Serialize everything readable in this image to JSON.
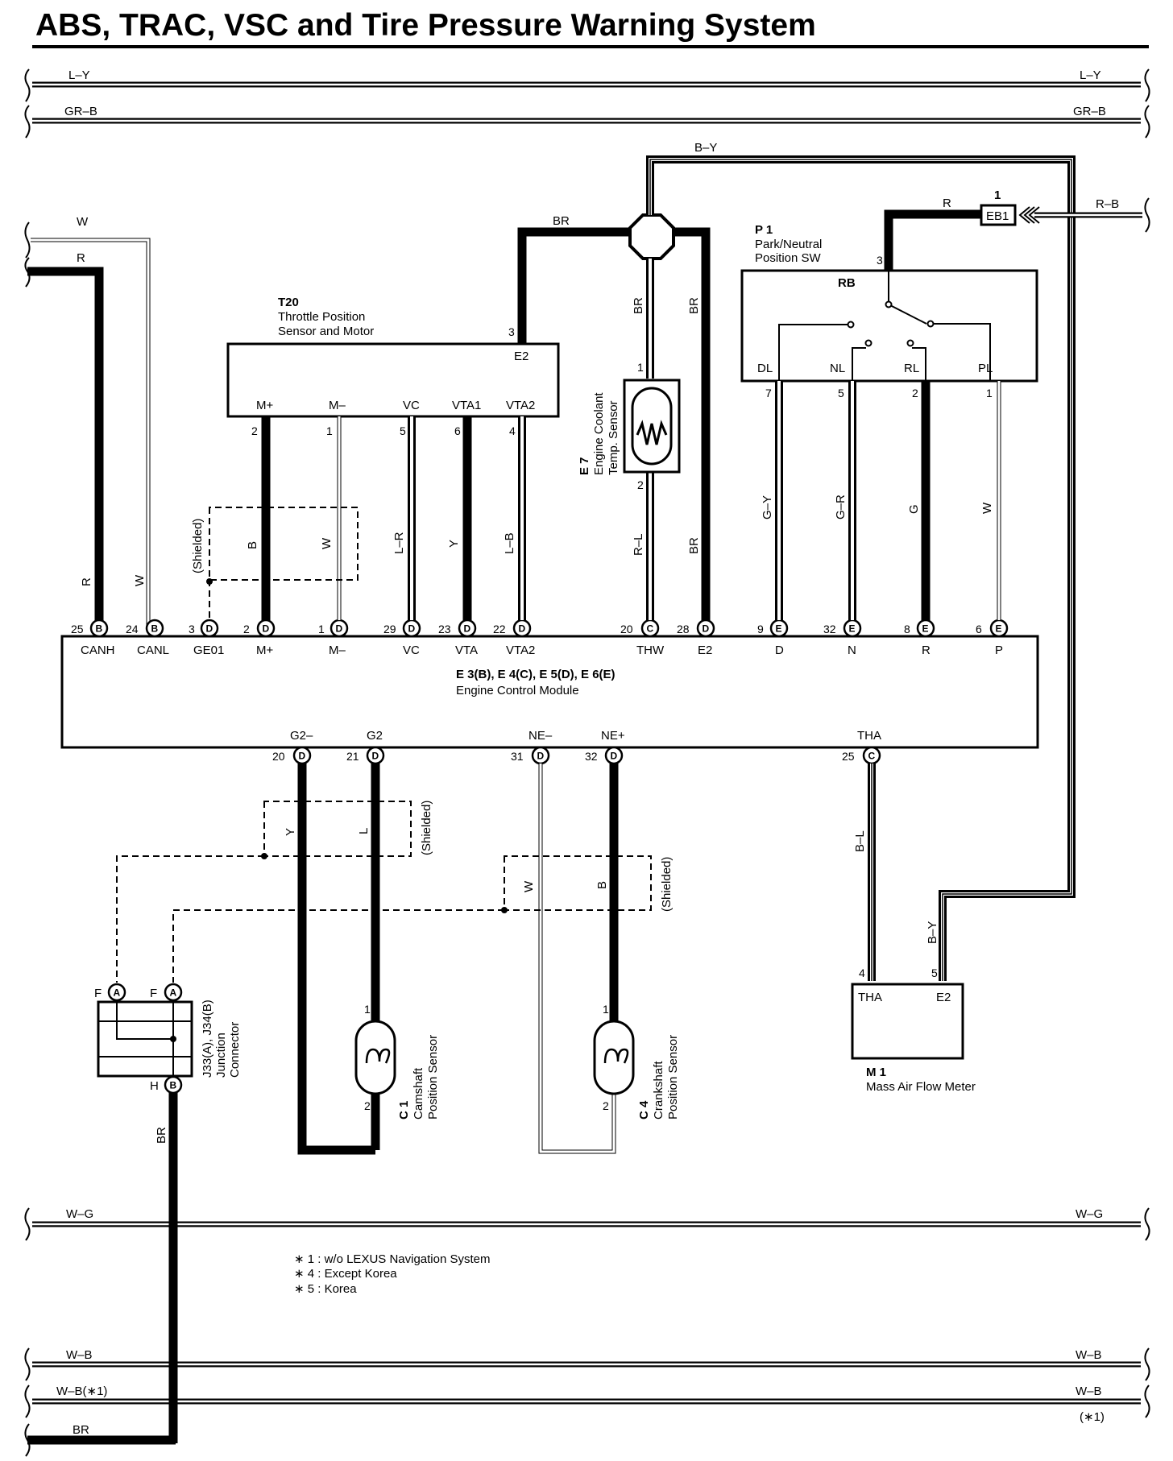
{
  "title": "ABS, TRAC, VSC and Tire Pressure Warning System",
  "buses": {
    "top1": {
      "left": "L–Y",
      "right": "L–Y"
    },
    "top2": {
      "left": "GR–B",
      "right": "GR–B"
    },
    "wg": {
      "left": "W–G",
      "right": "W–G"
    },
    "wb1": {
      "left": "W–B",
      "right": "W–B"
    },
    "wb2": {
      "left": "W–B(∗1)",
      "right": "W–B",
      "right_note": "(∗1)"
    },
    "br": {
      "left": "BR"
    }
  },
  "ecm": {
    "title": "E 3(B), E 4(C), E 5(D), E 6(E)",
    "subtitle": "Engine Control Module",
    "top_pins": [
      {
        "num": "25",
        "conn": "B",
        "label": "CANH"
      },
      {
        "num": "24",
        "conn": "B",
        "label": "CANL"
      },
      {
        "num": "3",
        "conn": "D",
        "label": "GE01"
      },
      {
        "num": "2",
        "conn": "D",
        "label": "M+"
      },
      {
        "num": "1",
        "conn": "D",
        "label": "M–"
      },
      {
        "num": "29",
        "conn": "D",
        "label": "VC"
      },
      {
        "num": "23",
        "conn": "D",
        "label": "VTA"
      },
      {
        "num": "22",
        "conn": "D",
        "label": "VTA2"
      },
      {
        "num": "20",
        "conn": "C",
        "label": "THW"
      },
      {
        "num": "28",
        "conn": "D",
        "label": "E2"
      },
      {
        "num": "9",
        "conn": "E",
        "label": "D"
      },
      {
        "num": "32",
        "conn": "E",
        "label": "N"
      },
      {
        "num": "8",
        "conn": "E",
        "label": "R"
      },
      {
        "num": "6",
        "conn": "E",
        "label": "P"
      }
    ],
    "bottom_pins": [
      {
        "num": "20",
        "conn": "D",
        "label": "G2–"
      },
      {
        "num": "21",
        "conn": "D",
        "label": "G2"
      },
      {
        "num": "31",
        "conn": "D",
        "label": "NE–"
      },
      {
        "num": "32",
        "conn": "D",
        "label": "NE+"
      },
      {
        "num": "25",
        "conn": "C",
        "label": "THA"
      }
    ]
  },
  "throttle": {
    "id": "T20",
    "name_l1": "Throttle Position",
    "name_l2": "Sensor and Motor",
    "e2_label": "E2",
    "e2_pin": "3",
    "terminals": [
      {
        "label": "M+",
        "pin": "2",
        "color": "B"
      },
      {
        "label": "M–",
        "pin": "1",
        "color": "W"
      },
      {
        "label": "VC",
        "pin": "5",
        "color": "L–R"
      },
      {
        "label": "VTA1",
        "pin": "6",
        "color": "Y"
      },
      {
        "label": "VTA2",
        "pin": "4",
        "color": "L–B"
      }
    ]
  },
  "coolant": {
    "id": "E 7",
    "name_l1": "Engine Coolant",
    "name_l2": "Temp. Sensor",
    "pin1": "1",
    "pin2": "2"
  },
  "pnsw": {
    "id": "P 1",
    "name_l1": "Park/Neutral",
    "name_l2": "Position SW",
    "rb": "RB",
    "rb_pin": "3",
    "terminals": [
      {
        "label": "DL",
        "pin": "7",
        "color": "G–Y"
      },
      {
        "label": "NL",
        "pin": "5",
        "color": "G–R"
      },
      {
        "label": "RL",
        "pin": "2",
        "color": "G"
      },
      {
        "label": "PL",
        "pin": "1",
        "color": "W"
      }
    ]
  },
  "eb1": {
    "label": "EB1",
    "pin": "1"
  },
  "maf": {
    "id": "M 1",
    "name": "Mass Air Flow Meter",
    "tha": "THA",
    "e2": "E2",
    "pin_tha": "4",
    "pin_e2": "5"
  },
  "cam": {
    "id": "C 1",
    "name_l1": "Camshaft",
    "name_l2": "Position Sensor",
    "pin1": "1",
    "pin2": "2"
  },
  "crank": {
    "id": "C 4",
    "name_l1": "Crankshaft",
    "name_l2": "Position Sensor",
    "pin1": "1",
    "pin2": "2"
  },
  "junction": {
    "name_l1": "J33(A), J34(B)",
    "name_l2": "Junction",
    "name_l3": "Connector",
    "f1": "F",
    "f1c": "A",
    "f2": "F",
    "f2c": "A",
    "h": "H",
    "hc": "B"
  },
  "wire_colors": {
    "w_top": "W",
    "r_top": "R",
    "canh": "R",
    "canl": "W",
    "by_top": "B–Y",
    "br_top": "BR",
    "r_eb1": "R",
    "rb_right": "R–B",
    "br_v1": "BR",
    "br_v2": "BR",
    "rl": "R–L",
    "br_low": "BR",
    "y_g2": "Y",
    "l_g2": "L",
    "w_ne": "W",
    "b_ne": "B",
    "bl_tha": "B–L",
    "by_e2": "B–Y",
    "br_junction": "BR"
  },
  "shielded": "(Shielded)",
  "notes": [
    "∗ 1 : w/o LEXUS Navigation System",
    "∗ 4 : Except Korea",
    "∗ 5 : Korea"
  ]
}
